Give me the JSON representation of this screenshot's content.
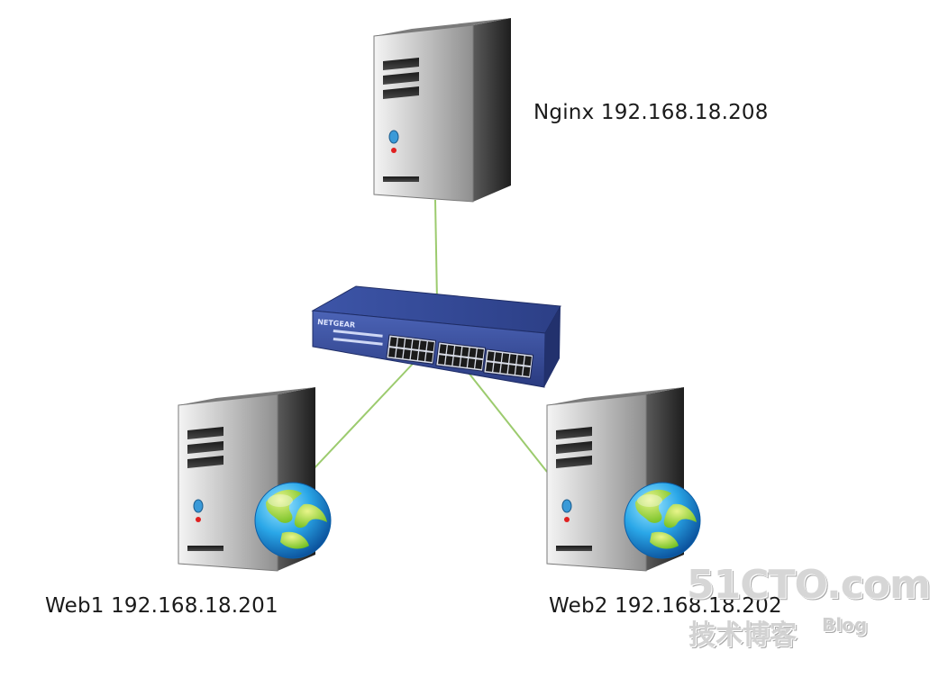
{
  "nodes": {
    "nginx": {
      "label": "Nginx 192.168.18.208"
    },
    "web1": {
      "label": "Web1 192.168.18.201"
    },
    "web2": {
      "label": "Web2 192.168.18.202"
    },
    "switch": {
      "brand_text": "NETGEAR"
    }
  },
  "watermark": {
    "site": "51CTO.com",
    "subtitle": "技术博客",
    "blog": "Blog"
  },
  "colors": {
    "link_line": "#9ccb6e",
    "switch_body": "#3a4f9c",
    "server_body": "#3a3a3a"
  }
}
